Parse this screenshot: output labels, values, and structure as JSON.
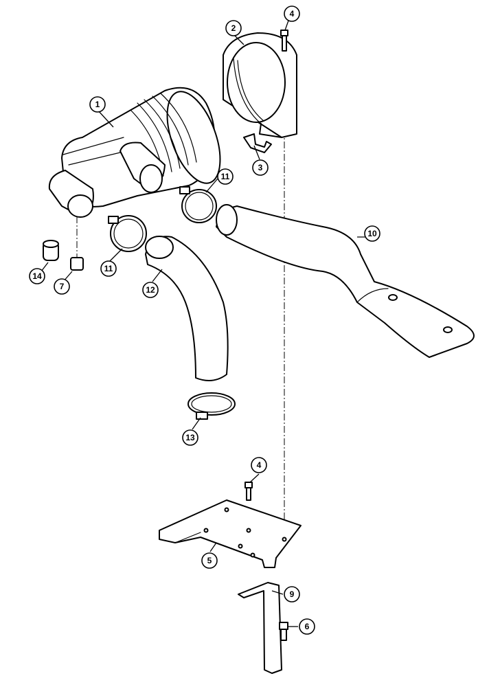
{
  "callouts": {
    "c1": "1",
    "c2": "2",
    "c3": "3",
    "c4a": "4",
    "c4b": "4",
    "c5": "5",
    "c6": "6",
    "c7": "7",
    "c9": "9",
    "c10": "10",
    "c11a": "11",
    "c11b": "11",
    "c12": "12",
    "c13": "13",
    "c14": "14"
  }
}
